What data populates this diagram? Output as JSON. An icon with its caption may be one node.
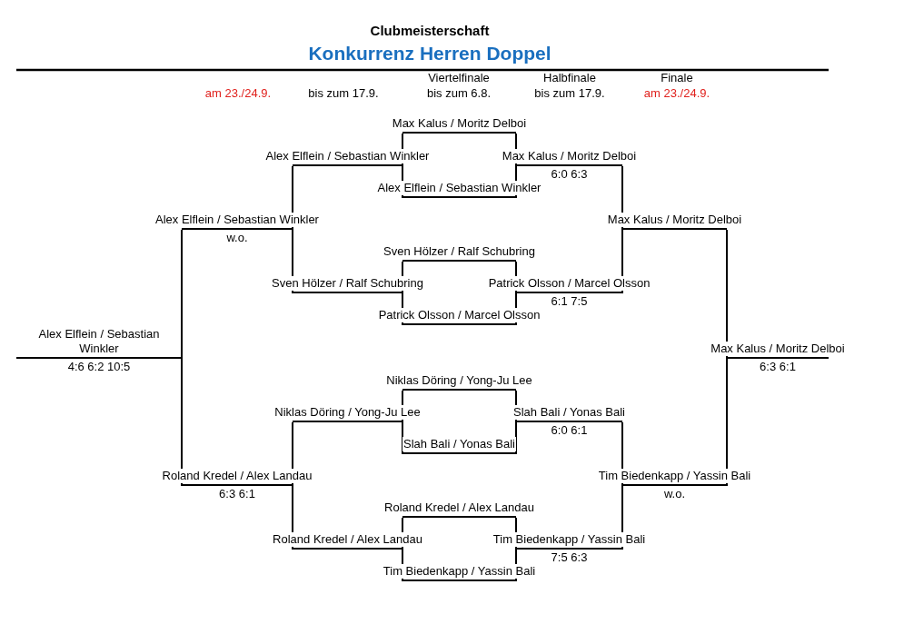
{
  "diagram": {
    "title": "Clubmeisterschaft",
    "nodes": [
      {
        "text": [
          "Max Kalus / Moritz Delboi"
        ]
      },
      {
        "text": [
          "Alex Elflein / Sebastian Winkler"
        ]
      },
      {
        "text": [
          "Max Kalus / Moritz Delboi"
        ],
        "beside": [
          "6:0 6:3"
        ]
      },
      {
        "text": [
          "Alex Elflein / Sebastian Winkler"
        ]
      },
      {
        "text": [
          "Alex Elflein / Sebastian Winkler"
        ],
        "beside": [
          "w.o."
        ]
      },
      {
        "text": [
          "Max Kalus / Moritz Delboi"
        ]
      },
      {
        "text": [
          "Sven Hölzer / Ralf Schubring"
        ]
      },
      {
        "text": [
          "Sven Hölzer / Ralf Schubring"
        ]
      },
      {
        "text": [
          "Patrick Olsson / Marcel Olsson"
        ],
        "beside": [
          "6:1 7:5"
        ]
      },
      {
        "text": [
          "Patrick Olsson / Marcel Olsson"
        ]
      },
      {
        "text": [
          "Alex Elflein / Sebastian Winkler"
        ],
        "beside": [
          "4:6 6:2 10:5"
        ]
      },
      {
        "text": [
          "Max Kalus / Moritz Delboi"
        ],
        "beside": [
          "6:3 6:1"
        ]
      },
      {
        "text": [
          "Niklas Döring / Yong-Ju Lee"
        ]
      },
      {
        "text": [
          "Niklas Döring / Yong-Ju Lee"
        ]
      },
      {
        "text": [
          "Slah Bali / Yonas Bali"
        ],
        "beside": [
          "6:0 6:1"
        ]
      },
      {
        "text": [
          "Slah Bali / Yonas Bali"
        ]
      },
      {
        "text": [
          "Roland Kredel / Alex Landau"
        ],
        "beside": [
          "6:3 6:1"
        ]
      },
      {
        "text": [
          "Tim Biedenkapp / Yassin Bali"
        ],
        "beside": [
          "w.o."
        ]
      },
      {
        "text": [
          "Roland Kredel / Alex Landau"
        ]
      },
      {
        "text": [
          "Roland Kredel / Alex Landau"
        ]
      },
      {
        "text": [
          "Tim Biedenkapp / Yassin Bali"
        ],
        "beside": [
          "7:5 6:3"
        ]
      },
      {
        "text": [
          "Tim Biedenkapp / Yassin Bali"
        ]
      }
    ],
    "edges": [
      {
        "from": 0,
        "to": 1,
        "arrow": "none"
      },
      {
        "from": 3,
        "to": 1,
        "arrow": "none"
      },
      {
        "from": 0,
        "to": 2,
        "arrow": "none"
      },
      {
        "from": 3,
        "to": 2,
        "arrow": "none"
      },
      {
        "from": 6,
        "to": 7,
        "arrow": "none"
      },
      {
        "from": 9,
        "to": 7,
        "arrow": "none"
      },
      {
        "from": 6,
        "to": 8,
        "arrow": "none"
      },
      {
        "from": 9,
        "to": 8,
        "arrow": "none"
      },
      {
        "from": 1,
        "to": 4,
        "arrow": "none"
      },
      {
        "from": 7,
        "to": 4,
        "arrow": "none"
      },
      {
        "from": 2,
        "to": 5,
        "arrow": "none"
      },
      {
        "from": 8,
        "to": 5,
        "arrow": "none"
      },
      {
        "from": 4,
        "to": 10,
        "arrow": "none"
      },
      {
        "from": 16,
        "to": 10,
        "arrow": "none"
      },
      {
        "from": 5,
        "to": 11,
        "arrow": "none"
      },
      {
        "from": 17,
        "to": 11,
        "arrow": "none"
      },
      {
        "from": 12,
        "to": 13,
        "arrow": "none"
      },
      {
        "from": 15,
        "to": 13,
        "arrow": "none"
      },
      {
        "from": 12,
        "to": 14,
        "arrow": "none"
      },
      {
        "from": 15,
        "to": 14,
        "arrow": "none"
      },
      {
        "from": 18,
        "to": 19,
        "arrow": "none"
      },
      {
        "from": 21,
        "to": 19,
        "arrow": "none"
      },
      {
        "from": 18,
        "to": 20,
        "arrow": "none"
      },
      {
        "from": 21,
        "to": 20,
        "arrow": "none"
      },
      {
        "from": 13,
        "to": 16,
        "arrow": "none"
      },
      {
        "from": 19,
        "to": 16,
        "arrow": "none"
      },
      {
        "from": 14,
        "to": 17,
        "arrow": "none"
      },
      {
        "from": 20,
        "to": 17,
        "arrow": "none"
      }
    ],
    "labels": [
      "Konkurrenz Herren Doppel",
      "Viertelfinale",
      "Halbfinale",
      "Finale",
      "am 23./24.9.",
      "bis zum 17.9.",
      "bis zum 6.8.",
      "bis zum 17.9.",
      "am 23./24.9."
    ]
  }
}
